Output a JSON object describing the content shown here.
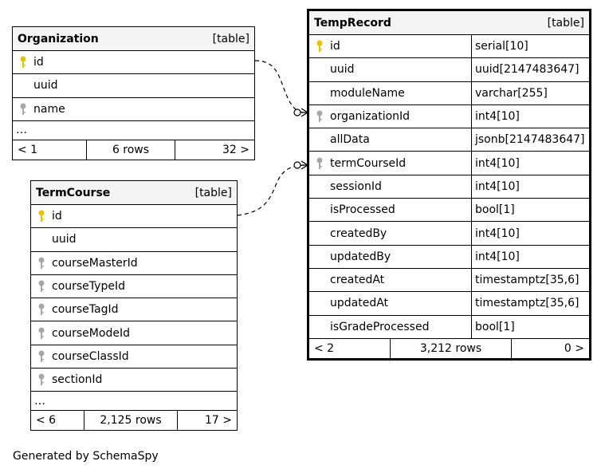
{
  "colors": {
    "primary_key": "#e6c400",
    "foreign_key": "#a8a8a8",
    "header_bg": "#f4f4f4"
  },
  "organization": {
    "name": "Organization",
    "kind": "[table]",
    "columns": [
      {
        "name": "id",
        "icon": "primary-key-icon"
      },
      {
        "name": "uuid",
        "icon": ""
      },
      {
        "name": "name",
        "icon": "foreign-key-icon"
      }
    ],
    "ellipsis": "…",
    "footer": {
      "prev": "< 1",
      "rows": "6 rows",
      "next": "32 >"
    }
  },
  "termcourse": {
    "name": "TermCourse",
    "kind": "[table]",
    "columns": [
      {
        "name": "id",
        "icon": "primary-key-icon"
      },
      {
        "name": "uuid",
        "icon": ""
      },
      {
        "name": "courseMasterId",
        "icon": "foreign-key-icon"
      },
      {
        "name": "courseTypeId",
        "icon": "foreign-key-icon"
      },
      {
        "name": "courseTagId",
        "icon": "foreign-key-icon"
      },
      {
        "name": "courseModeId",
        "icon": "foreign-key-icon"
      },
      {
        "name": "courseClassId",
        "icon": "foreign-key-icon"
      },
      {
        "name": "sectionId",
        "icon": "foreign-key-icon"
      }
    ],
    "ellipsis": "…",
    "footer": {
      "prev": "< 6",
      "rows": "2,125 rows",
      "next": "17 >"
    }
  },
  "temprecord": {
    "name": "TempRecord",
    "kind": "[table]",
    "columns": [
      {
        "name": "id",
        "type": "serial[10]",
        "icon": "primary-key-icon"
      },
      {
        "name": "uuid",
        "type": "uuid[2147483647]",
        "icon": ""
      },
      {
        "name": "moduleName",
        "type": "varchar[255]",
        "icon": ""
      },
      {
        "name": "organizationId",
        "type": "int4[10]",
        "icon": "foreign-key-icon"
      },
      {
        "name": "allData",
        "type": "jsonb[2147483647]",
        "icon": ""
      },
      {
        "name": "termCourseId",
        "type": "int4[10]",
        "icon": "foreign-key-icon"
      },
      {
        "name": "sessionId",
        "type": "int4[10]",
        "icon": ""
      },
      {
        "name": "isProcessed",
        "type": "bool[1]",
        "icon": ""
      },
      {
        "name": "createdBy",
        "type": "int4[10]",
        "icon": ""
      },
      {
        "name": "updatedBy",
        "type": "int4[10]",
        "icon": ""
      },
      {
        "name": "createdAt",
        "type": "timestamptz[35,6]",
        "icon": ""
      },
      {
        "name": "updatedAt",
        "type": "timestamptz[35,6]",
        "icon": ""
      },
      {
        "name": "isGradeProcessed",
        "type": "bool[1]",
        "icon": ""
      }
    ],
    "footer": {
      "prev": "< 2",
      "rows": "3,212 rows",
      "next": "0 >"
    }
  },
  "credit": "Generated by SchemaSpy"
}
